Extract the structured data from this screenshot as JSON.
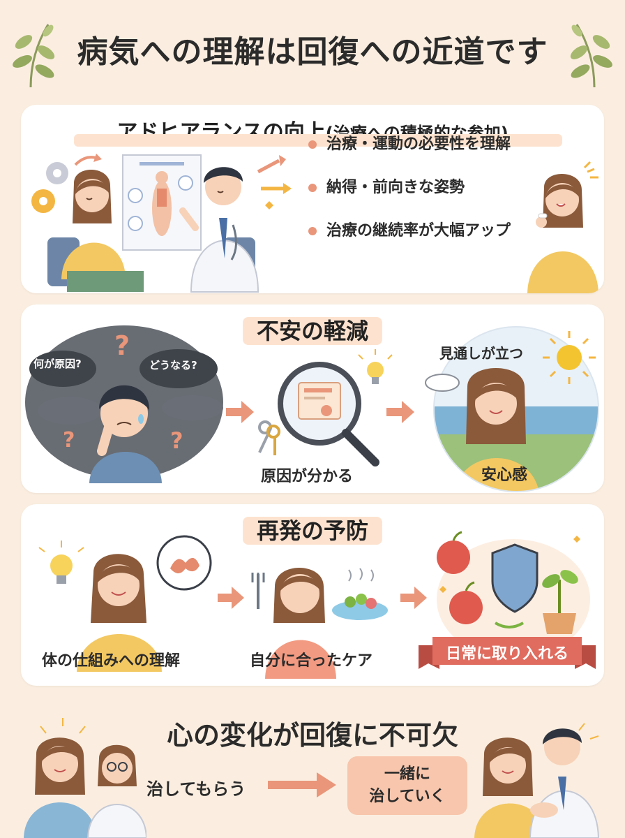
{
  "title": "病気への理解は回復への近道です",
  "colors": {
    "background": "#fbeee0",
    "card": "#ffffff",
    "accent_salmon": "#e9967a",
    "pill": "#fde3cf",
    "ribbon": "#e06c5f",
    "cloud": "#5d6066",
    "sweater": "#f3c862"
  },
  "sections": {
    "adherence": {
      "heading": "アドヒアランスの向上",
      "heading_sub": "(治療への積極的な参加)",
      "bullets": [
        "治療・運動の必要性を理解",
        "納得・前向きな姿勢",
        "治療の継続率が大幅アップ"
      ]
    },
    "anxiety": {
      "heading": "不安の軽減",
      "bubble_left": "何が原因?",
      "bubble_right": "どうなる?",
      "middle_label": "原因が分かる",
      "right_top_label": "見通しが立つ",
      "right_bottom_label": "安心感"
    },
    "prevention": {
      "heading": "再発の予防",
      "label_left": "体の仕組みへの理解",
      "label_middle": "自分に合ったケア",
      "ribbon": "日常に取り入れる"
    },
    "mindset": {
      "heading": "心の変化が回復に不可欠",
      "from_label": "治してもらう",
      "to_line1": "一緒に",
      "to_line2": "治していく"
    }
  }
}
